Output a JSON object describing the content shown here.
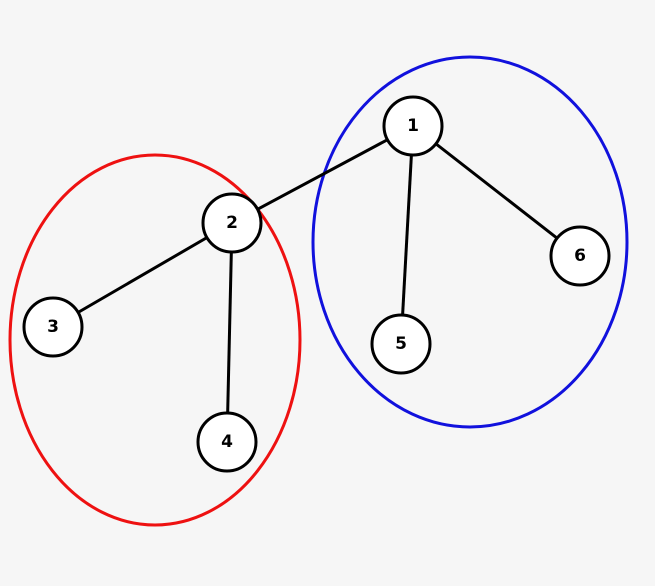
{
  "groups": [
    {
      "id": "red",
      "color": "#ee1111"
    },
    {
      "id": "blue",
      "color": "#1111dd"
    }
  ],
  "nodes": [
    {
      "id": "1",
      "label": "1"
    },
    {
      "id": "2",
      "label": "2"
    },
    {
      "id": "3",
      "label": "3"
    },
    {
      "id": "4",
      "label": "4"
    },
    {
      "id": "5",
      "label": "5"
    },
    {
      "id": "6",
      "label": "6"
    }
  ],
  "edges": [
    [
      "1",
      "2"
    ],
    [
      "1",
      "5"
    ],
    [
      "1",
      "6"
    ],
    [
      "2",
      "3"
    ],
    [
      "2",
      "4"
    ]
  ]
}
